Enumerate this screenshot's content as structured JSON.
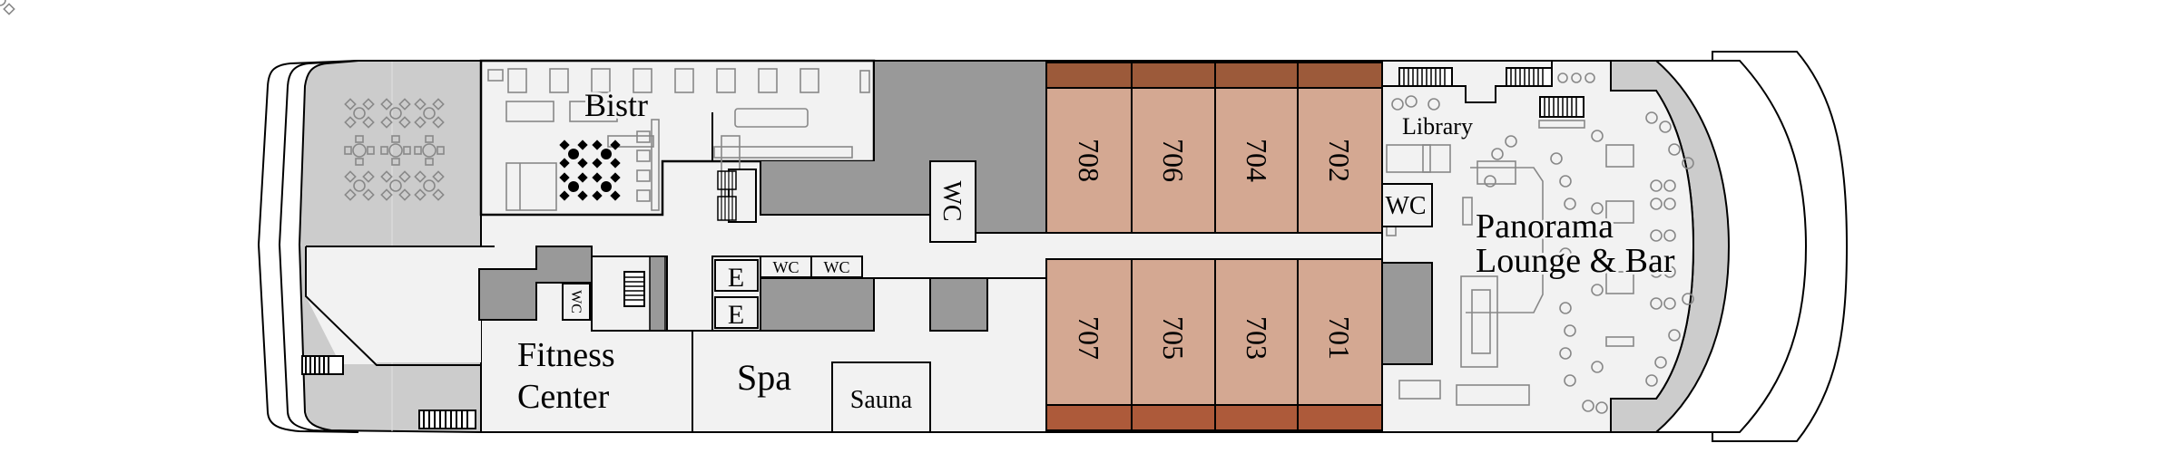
{
  "deck": {
    "colors": {
      "cabin_fill": "#D4A892",
      "cabin_balcony_top": "#9C5A3A",
      "cabin_balcony_bottom": "#AD5A3A",
      "service_grey": "#999999",
      "floor": "#F2F2F2",
      "open_deck": "#CCCCCC",
      "outline": "#000000"
    },
    "cabins_upper": [
      {
        "number": "708"
      },
      {
        "number": "706"
      },
      {
        "number": "704"
      },
      {
        "number": "702"
      }
    ],
    "cabins_lower": [
      {
        "number": "707"
      },
      {
        "number": "705"
      },
      {
        "number": "703"
      },
      {
        "number": "701"
      }
    ],
    "areas": {
      "bistro": "Bistr",
      "fitness_line1": "Fitness",
      "fitness_line2": "Center",
      "spa": "Spa",
      "sauna": "Sauna",
      "library": "Library",
      "lounge_line1": "Panorama",
      "lounge_line2": "Lounge & Bar"
    },
    "facilities": {
      "wc_center": "WC",
      "wc_fitness": "WC",
      "wc_spa_1": "WC",
      "wc_spa_2": "WC",
      "wc_lounge": "WC",
      "elevator_1": "E",
      "elevator_2": "E"
    }
  }
}
